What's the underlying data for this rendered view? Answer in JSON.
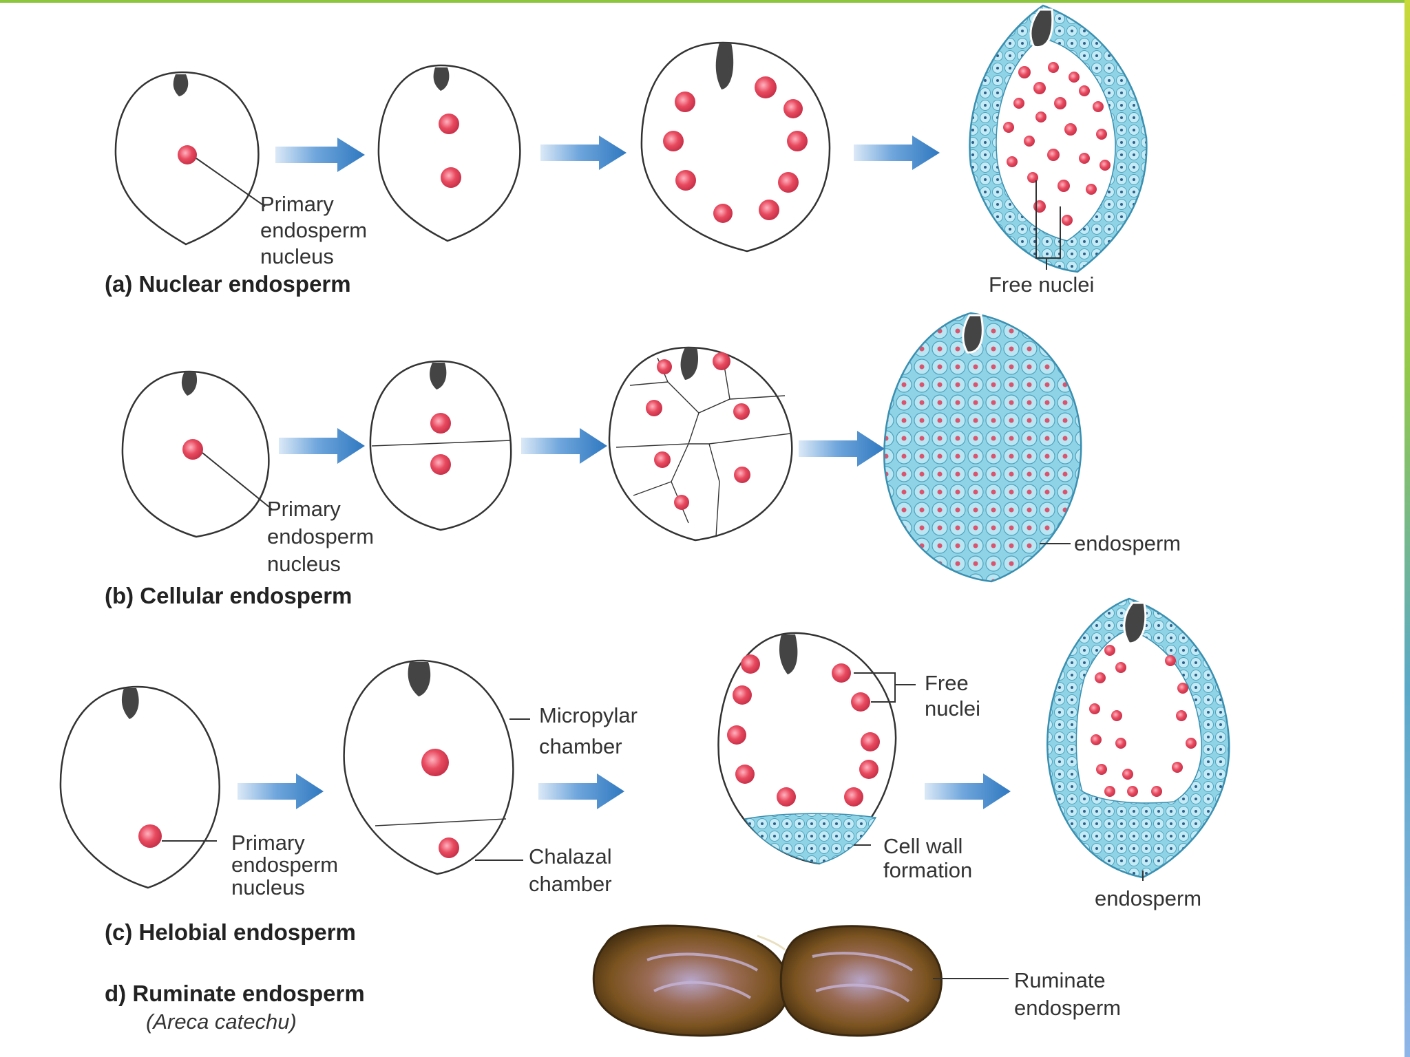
{
  "panels": {
    "a": {
      "title": "(a) Nuclear endosperm",
      "primary_label": [
        "Primary",
        "endosperm",
        "nucleus"
      ],
      "free_nuclei_label": "Free nuclei"
    },
    "b": {
      "title": "(b) Cellular endosperm",
      "primary_label": [
        "Primary",
        "endosperm",
        "nucleus"
      ],
      "endosperm_label": "endosperm"
    },
    "c": {
      "title": "(c) Helobial endosperm",
      "primary_label": [
        "Primary",
        "endosperm",
        "nucleus"
      ],
      "micropylar_label": [
        "Micropylar",
        "chamber"
      ],
      "chalazal_label": [
        "Chalazal",
        "chamber"
      ],
      "free_nuclei_label": [
        "Free",
        "nuclei"
      ],
      "cell_wall_label": [
        "Cell wall",
        "formation"
      ],
      "endosperm_label": "endosperm"
    },
    "d": {
      "title": "d) Ruminate endosperm",
      "species": "(Areca catechu)",
      "ruminate_label": [
        "Ruminate",
        "endosperm"
      ]
    }
  },
  "colors": {
    "nucleus": "#e84a5f",
    "endosperm_fill": "#8fd3e6",
    "arrow": "#3b82c4",
    "top_border": "#8cc63f"
  }
}
